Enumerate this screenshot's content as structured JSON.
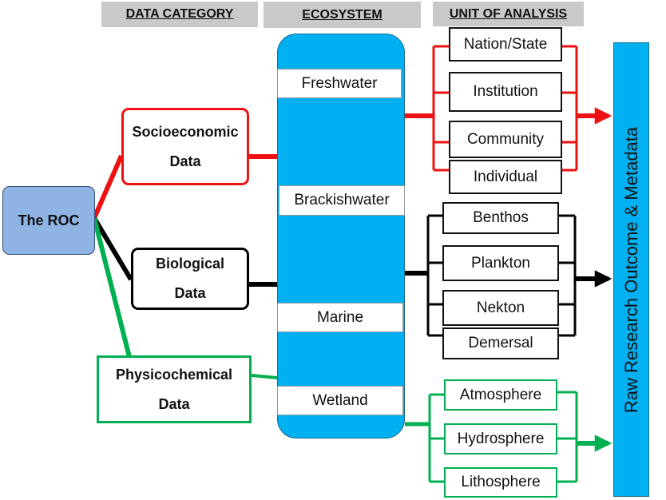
{
  "headers": {
    "data_category": "DATA CATEGORY",
    "ecosystem": "ECOSYSTEM",
    "unit_of_analysis": "UNIT OF ANALYSIS"
  },
  "root": {
    "label": "The ROC"
  },
  "categories": {
    "socioeconomic": "Socioeconomic\nData",
    "biological": "Biological\nData",
    "physicochemical": "Physicochemical\nData"
  },
  "ecosystems": [
    "Freshwater",
    "Brackishwater",
    "Marine",
    "Wetland"
  ],
  "units": {
    "socioeconomic": [
      "Nation/State",
      "Institution",
      "Community",
      "Individual"
    ],
    "biological": [
      "Benthos",
      "Plankton",
      "Nekton",
      "Demersal"
    ],
    "physicochemical": [
      "Atmosphere",
      "Hydrosphere",
      "Lithosphere"
    ]
  },
  "output": {
    "label": "Raw Research Outcome & Metadata"
  },
  "colors": {
    "socioeconomic": "#ee1111",
    "biological": "#000000",
    "physicochemical": "#00b050",
    "ecosystem_fill": "#00b0f0",
    "root_fill": "#8eb4e3",
    "header_fill": "#c9c9c9"
  }
}
